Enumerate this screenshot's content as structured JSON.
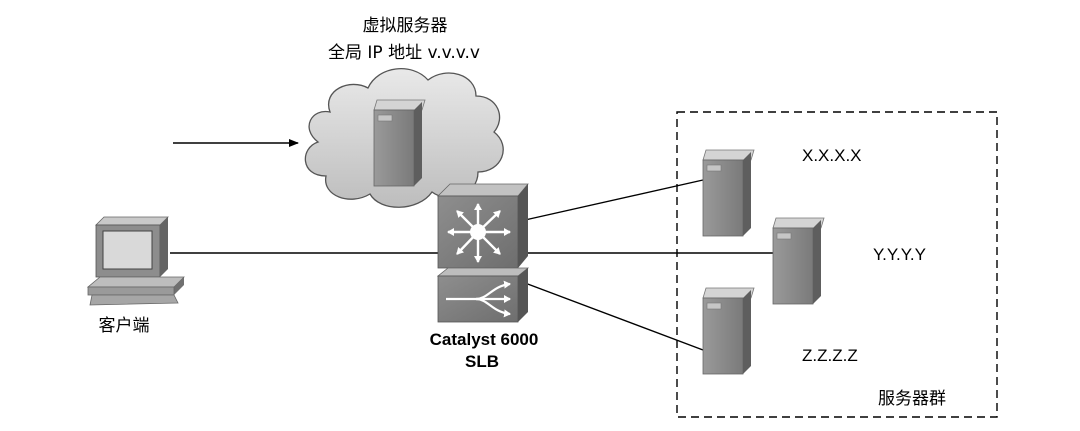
{
  "virtual_server": {
    "title": "虚拟服务器",
    "address": "全局 IP 地址 v.v.v.v"
  },
  "client": {
    "label": "客户端"
  },
  "switch": {
    "name": "Catalyst 6000",
    "role": "SLB"
  },
  "server_farm": {
    "label": "服务器群",
    "servers": [
      {
        "label": "X.X.X.X"
      },
      {
        "label": "Y.Y.Y.Y"
      },
      {
        "label": "Z.Z.Z.Z"
      }
    ]
  }
}
